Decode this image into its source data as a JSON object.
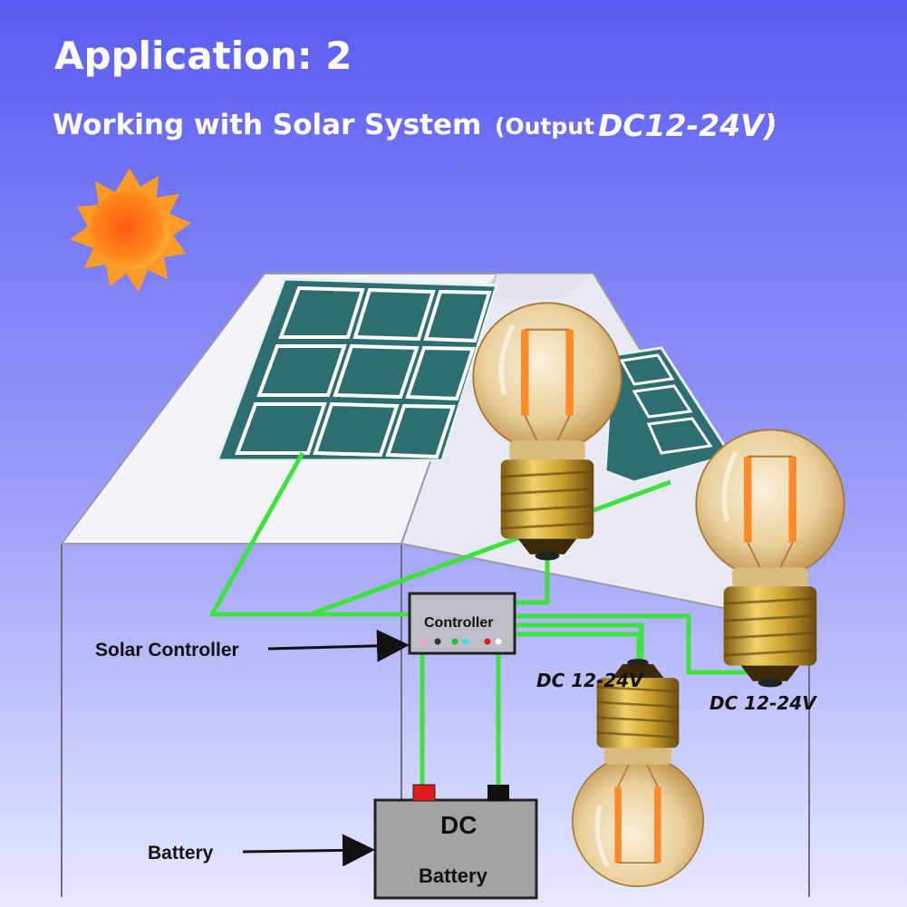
{
  "header": {
    "title": "Application: 2",
    "subtitle": "Working with Solar System",
    "output_prefix": "(Output",
    "output_voltage": "DC12-24V)"
  },
  "labels": {
    "solar_controller": "Solar Controller",
    "controller_box": "Controller",
    "battery_pointer": "Battery",
    "battery_dc": "DC",
    "battery_name": "Battery",
    "bulb_voltage_left": "DC 12-24V",
    "bulb_voltage_right": "DC 12-24V"
  },
  "colors": {
    "sky_top": "#5a5cf2",
    "sky_bottom": "#e7e9ff",
    "wire": "#3ee23e",
    "panel": "#2f6e70",
    "roof": "#f4f5fb",
    "battery": "#a3a3a3",
    "terminal_positive": "#e01b1b",
    "terminal_negative": "#111111",
    "sun": "#ff8a1a",
    "bulb_base": "#c9a22f",
    "bulb_glass": "#e9cf9a"
  },
  "icons": [
    "sun-icon",
    "solar-panel-icon",
    "light-bulb-icon",
    "arrow-right-icon",
    "battery-icon"
  ]
}
